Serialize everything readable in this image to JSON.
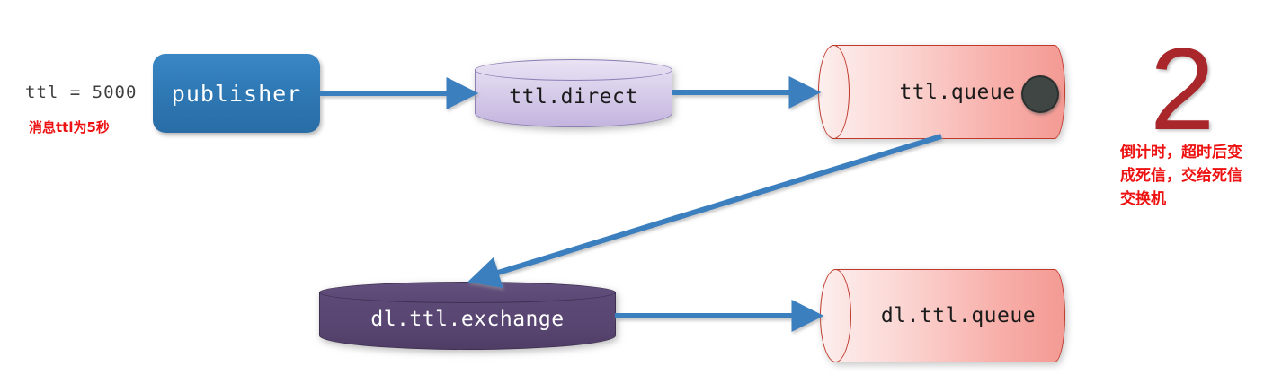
{
  "diagram": {
    "title": "RabbitMQ TTL dead-letter flow",
    "accent_blue": "#3a7fbf",
    "red": "#ee1111",
    "dark_red": "#a9262a"
  },
  "annotations": {
    "ttl_value": "ttl = 5000",
    "ttl_note": "消息ttl为5秒",
    "step_number": "2",
    "step_note": "倒计时，超时后变成死信，交给死信交换机"
  },
  "nodes": {
    "publisher": {
      "label": "publisher",
      "color": "#2f79b5"
    },
    "ttl_direct": {
      "label": "ttl.direct",
      "color": "#d6cbe9"
    },
    "ttl_queue": {
      "label": "ttl.queue",
      "color": "#f8b0ab"
    },
    "dl_exchange": {
      "label": "dl.ttl.exchange",
      "color": "#584571"
    },
    "dl_queue": {
      "label": "dl.ttl.queue",
      "color": "#f8b0ab"
    }
  },
  "edges": [
    {
      "name": "publisher-to-ttl-direct",
      "from": "publisher",
      "to": "ttl.direct"
    },
    {
      "name": "ttl-direct-to-ttl-queue",
      "from": "ttl.direct",
      "to": "ttl.queue"
    },
    {
      "name": "ttl-queue-to-dl-exchange",
      "from": "ttl.queue",
      "to": "dl.ttl.exchange"
    },
    {
      "name": "dl-exchange-to-dl-queue",
      "from": "dl.ttl.exchange",
      "to": "dl.ttl.queue"
    }
  ],
  "message_marker": {
    "name": "message-dot",
    "color": "#3f4644"
  }
}
